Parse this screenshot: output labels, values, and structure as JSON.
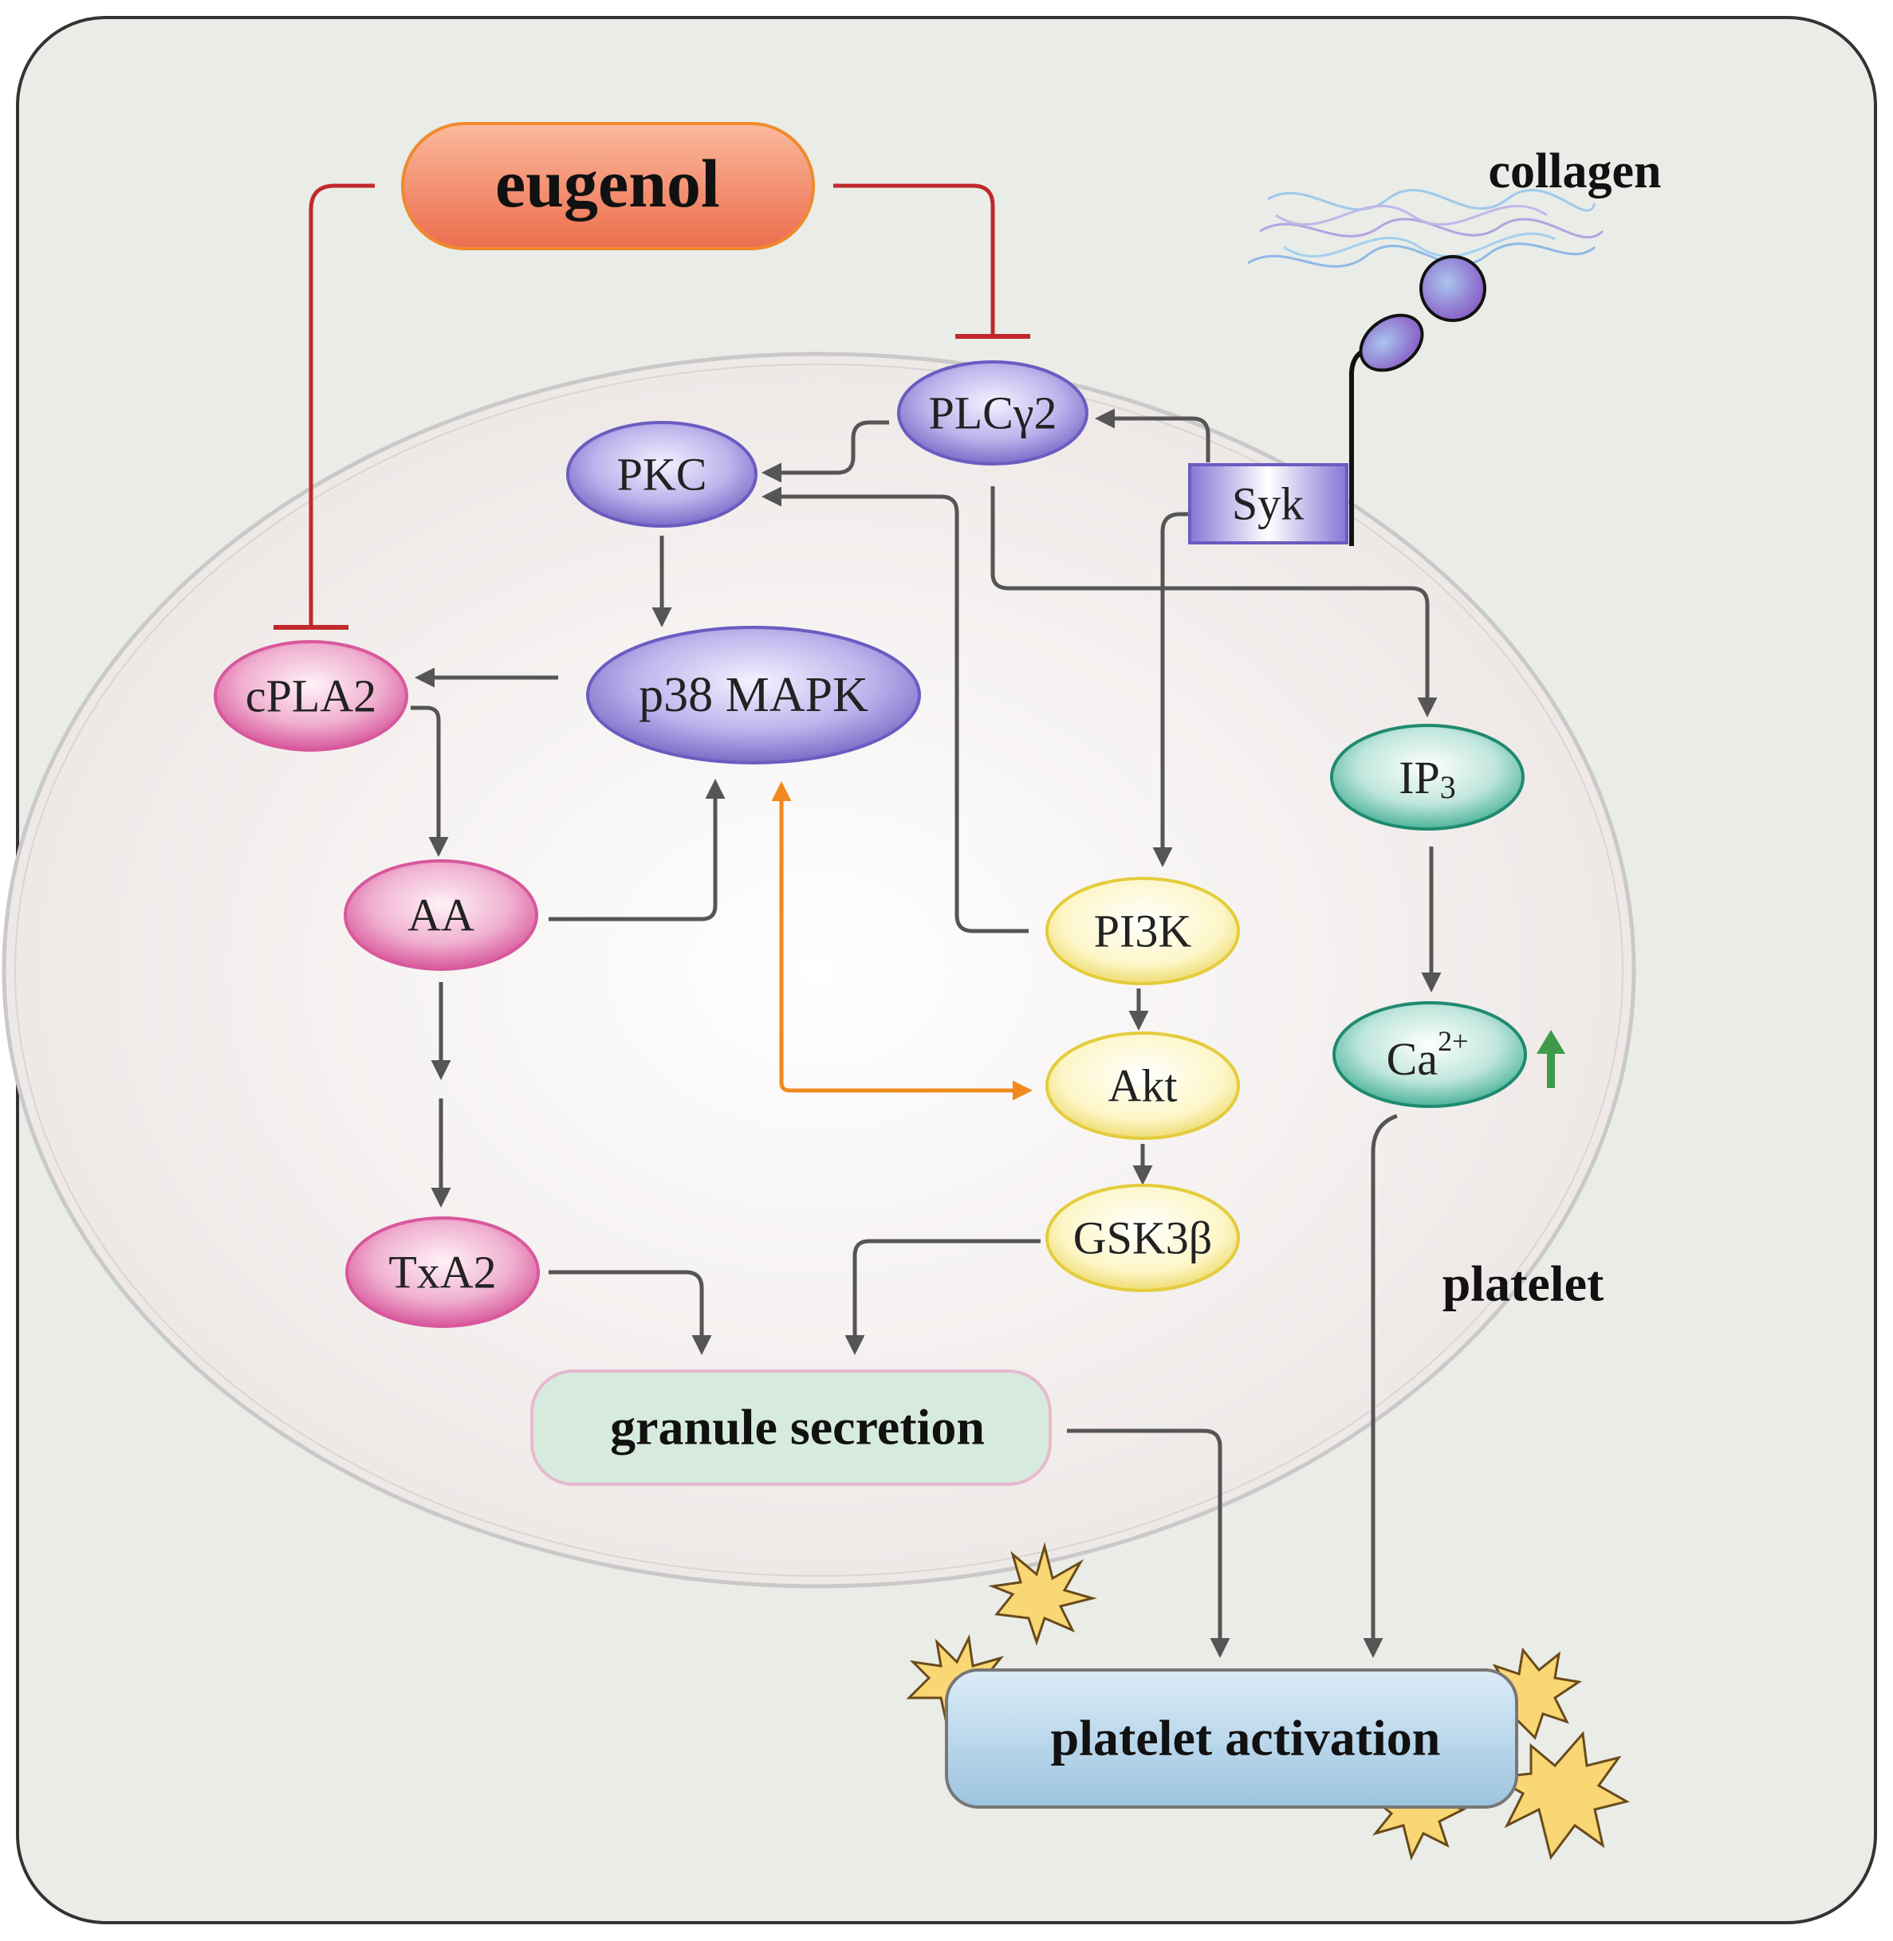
{
  "labels": {
    "eugenol": "eugenol",
    "collagen": "collagen",
    "platelet": "platelet",
    "granule_secretion": "granule secretion",
    "platelet_activation": "platelet activation"
  },
  "nodes": {
    "plcg2": "PLCγ2",
    "pkc": "PKC",
    "syk": "Syk",
    "p38": "p38 MAPK",
    "cpla2": "cPLA2",
    "aa": "AA",
    "txa2": "TxA2",
    "pi3k": "PI3K",
    "akt": "Akt",
    "gsk3b": "GSK3β",
    "ip3_base": "IP",
    "ip3_sub": "3",
    "ca_base": "Ca",
    "ca_sup": "2+"
  },
  "colors": {
    "purple_node": "#8b7fd4",
    "pink_node": "#e070a8",
    "yellow_node": "#e8d040",
    "teal_node": "#2a9a80",
    "inhibit_red": "#c0282c",
    "arrow_gray": "#555555",
    "arrow_orange": "#f08a1e",
    "up_green": "#3f9a4a"
  }
}
